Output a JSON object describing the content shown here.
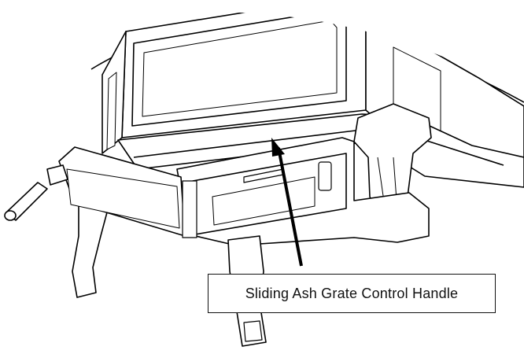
{
  "figure": {
    "callout": {
      "label": "Sliding Ash Grate Control Handle"
    },
    "colors": {
      "line": "#000000",
      "fill": "#ffffff"
    },
    "parts": [
      "stove-body",
      "glass-door-frame",
      "ash-pan-drawer",
      "grate-control-handle",
      "front-leg",
      "corner-leg",
      "side-handle"
    ]
  }
}
